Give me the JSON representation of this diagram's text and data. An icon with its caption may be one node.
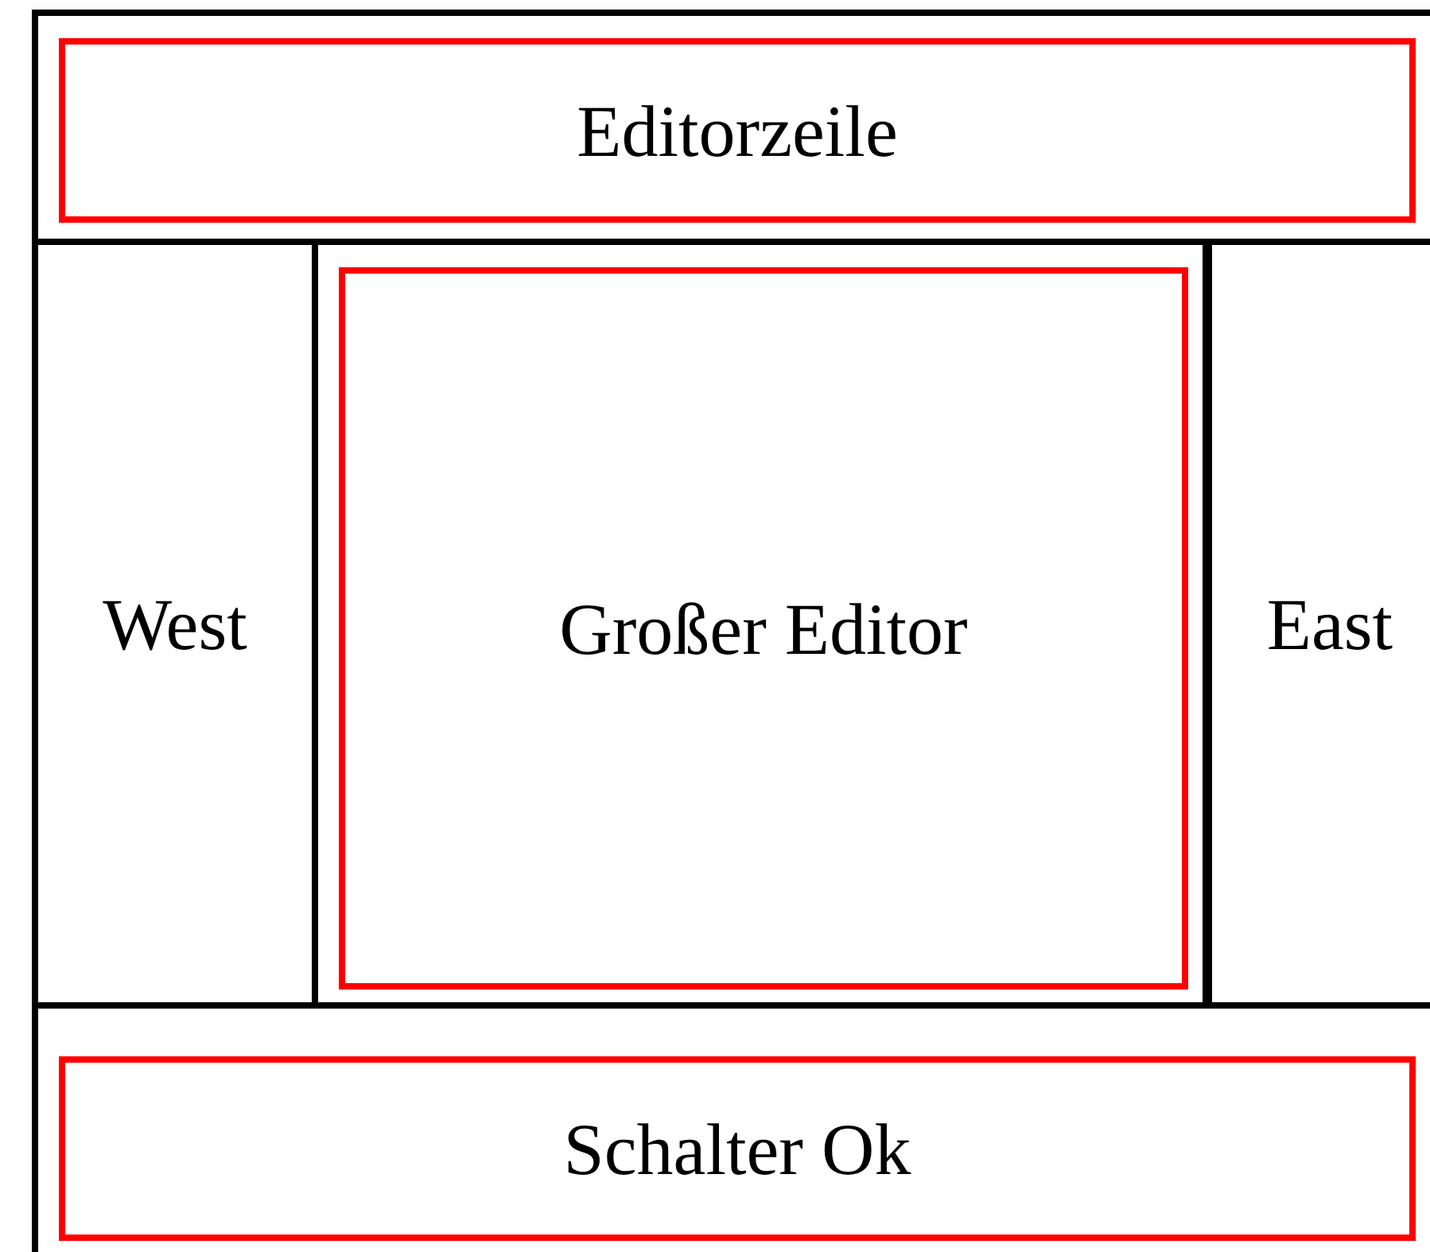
{
  "diagram": {
    "nodes": [
      {
        "text": [],
        "shape": "box"
      },
      {
        "text": [
          "Editorzeile"
        ],
        "in": 0
      },
      {
        "text": [
          "West"
        ]
      },
      {
        "text": [],
        "shape": "box"
      },
      {
        "text": [
          "Großer Editor"
        ],
        "in": 3
      },
      {
        "text": [
          "East"
        ]
      },
      {
        "text": [],
        "shape": "box"
      },
      {
        "text": [
          "Schalter Ok"
        ],
        "in": 6
      }
    ]
  }
}
